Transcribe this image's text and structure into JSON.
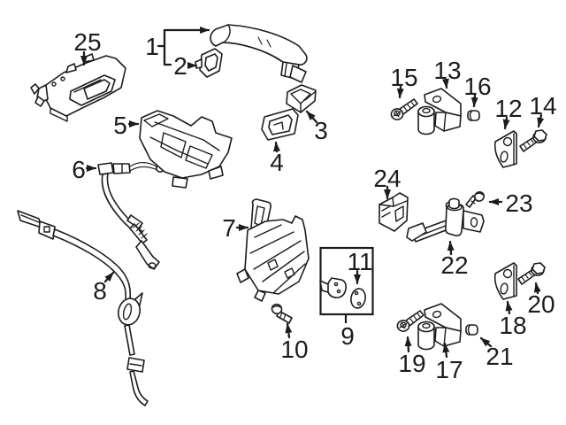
{
  "diagram": {
    "background_color": "#ffffff",
    "line_color": "#1c1c1c",
    "callouts": [
      {
        "number": "1"
      },
      {
        "number": "2"
      },
      {
        "number": "3"
      },
      {
        "number": "4"
      },
      {
        "number": "5"
      },
      {
        "number": "6"
      },
      {
        "number": "7"
      },
      {
        "number": "8"
      },
      {
        "number": "9"
      },
      {
        "number": "10"
      },
      {
        "number": "11"
      },
      {
        "number": "12"
      },
      {
        "number": "13"
      },
      {
        "number": "14"
      },
      {
        "number": "15"
      },
      {
        "number": "16"
      },
      {
        "number": "17"
      },
      {
        "number": "18"
      },
      {
        "number": "19"
      },
      {
        "number": "20"
      },
      {
        "number": "21"
      },
      {
        "number": "22"
      },
      {
        "number": "23"
      },
      {
        "number": "24"
      },
      {
        "number": "25"
      }
    ]
  }
}
